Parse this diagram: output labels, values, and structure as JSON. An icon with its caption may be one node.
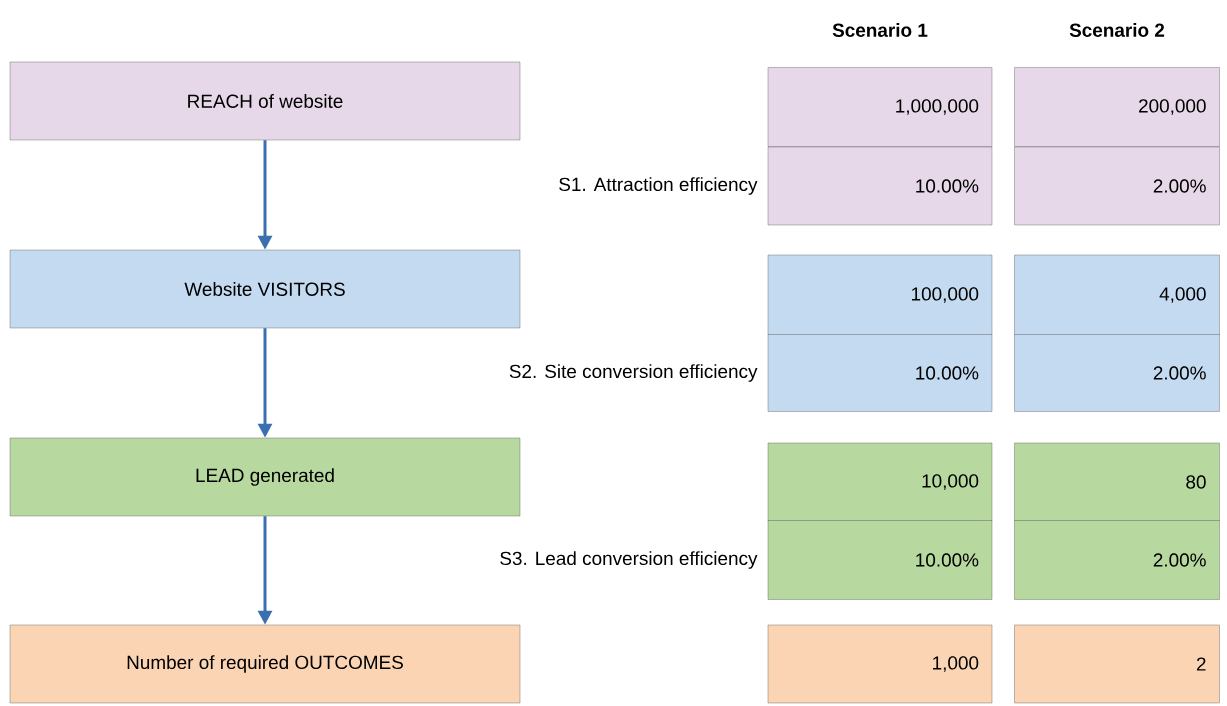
{
  "diagram": {
    "nodes": [
      {
        "text": [
          "REACH of website"
        ]
      },
      {
        "text": [
          "Website VISITORS"
        ]
      },
      {
        "text": [
          "LEAD generated"
        ]
      },
      {
        "text": [
          "Number of required OUTCOMES"
        ]
      }
    ],
    "edges": [
      {
        "from": 0,
        "to": 1,
        "arrow": "to"
      },
      {
        "from": 1,
        "to": 2,
        "arrow": "to"
      },
      {
        "from": 2,
        "to": 3,
        "arrow": "to"
      }
    ],
    "labels": [
      "Scenario 1",
      "Scenario 2",
      "1,000,000",
      "200,000",
      "S1. Attraction efficiency",
      "10.00%",
      "2.00%",
      "100,000",
      "4,000",
      "S2. Site conversion efficiency",
      "10.00%",
      "2.00%",
      "10,000",
      "80",
      "S3. Lead conversion efficiency",
      "10.00%",
      "2.00%",
      "1,000",
      "2"
    ]
  }
}
